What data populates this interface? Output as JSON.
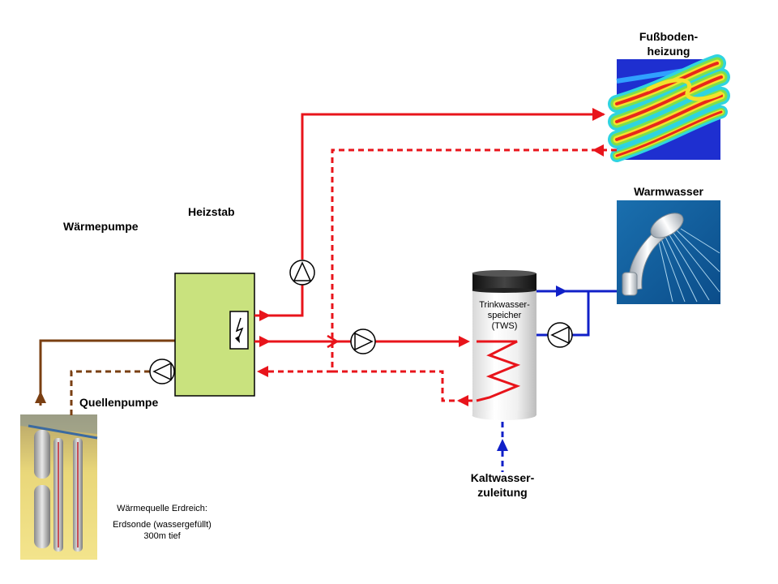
{
  "labels": {
    "waermepumpe": "Wärmepumpe",
    "heizstab": "Heizstab",
    "quellenpumpe": "Quellenpumpe",
    "fussboden_line1": "Fußboden-",
    "fussboden_line2": "heizung",
    "warmwasser": "Warmwasser",
    "tws_line1": "Trinkwasser-",
    "tws_line2": "speicher",
    "tws_line3": "(TWS)",
    "kaltwasser_line1": "Kaltwasser-",
    "kaltwasser_line2": "zuleitung",
    "quelle_line1": "Wärmequelle Erdreich:",
    "quelle_line2": "Erdsonde (wassergefüllt)",
    "quelle_line3": "300m tief"
  },
  "colors": {
    "hot": "#e8141b",
    "source": "#7a3f12",
    "cold": "#1020c8",
    "heatpump_fill": "#c9e27e",
    "tank_cap": "#333333"
  },
  "icons": [
    "circulation-pump-icon",
    "heating-element-icon",
    "flow-arrow-icon",
    "shower-icon",
    "floor-heating-thermal-image",
    "ground-probe-image"
  ]
}
